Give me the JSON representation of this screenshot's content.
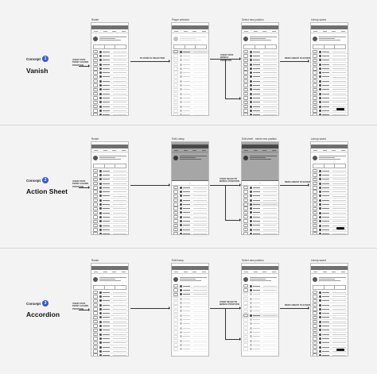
{
  "concepts": [
    {
      "number": "1",
      "prefix": "Concept",
      "name": "Vanish",
      "user_tap_note": [
        "USER TAPS",
        "POINT GUARD",
        "POSITION"
      ],
      "screens": [
        "Roster",
        "Player selected",
        "Select new position",
        "Lineup saved"
      ],
      "step_notes": [
        "PLAYER IS SELECTED",
        "USER TAPS BENCH POSITION",
        "NEW LINEUP IS SAVED"
      ]
    },
    {
      "number": "2",
      "prefix": "Concept",
      "name": "Action Sheet",
      "user_tap_note": [
        "USER TAPS",
        "POINT GUARD",
        "POSITION"
      ],
      "screens": [
        "Roster",
        "Edit Lineup",
        "Edit sheet - select new position",
        "Lineup saved"
      ],
      "step_notes": [
        "",
        "USER SELECTS BENCH POSITION",
        "NEW LINEUP IS SAVED"
      ]
    },
    {
      "number": "3",
      "prefix": "Concept",
      "name": "Accordion",
      "user_tap_note": [
        "USER TAPS",
        "POINT GUARD",
        "POSITION"
      ],
      "screens": [
        "Roster",
        "Edit lineup",
        "Select new position",
        "Lineup saved"
      ],
      "step_notes": [
        "",
        "USER SELECTS BENCH POSITION",
        "NEW LINEUP IS SAVED"
      ]
    }
  ]
}
